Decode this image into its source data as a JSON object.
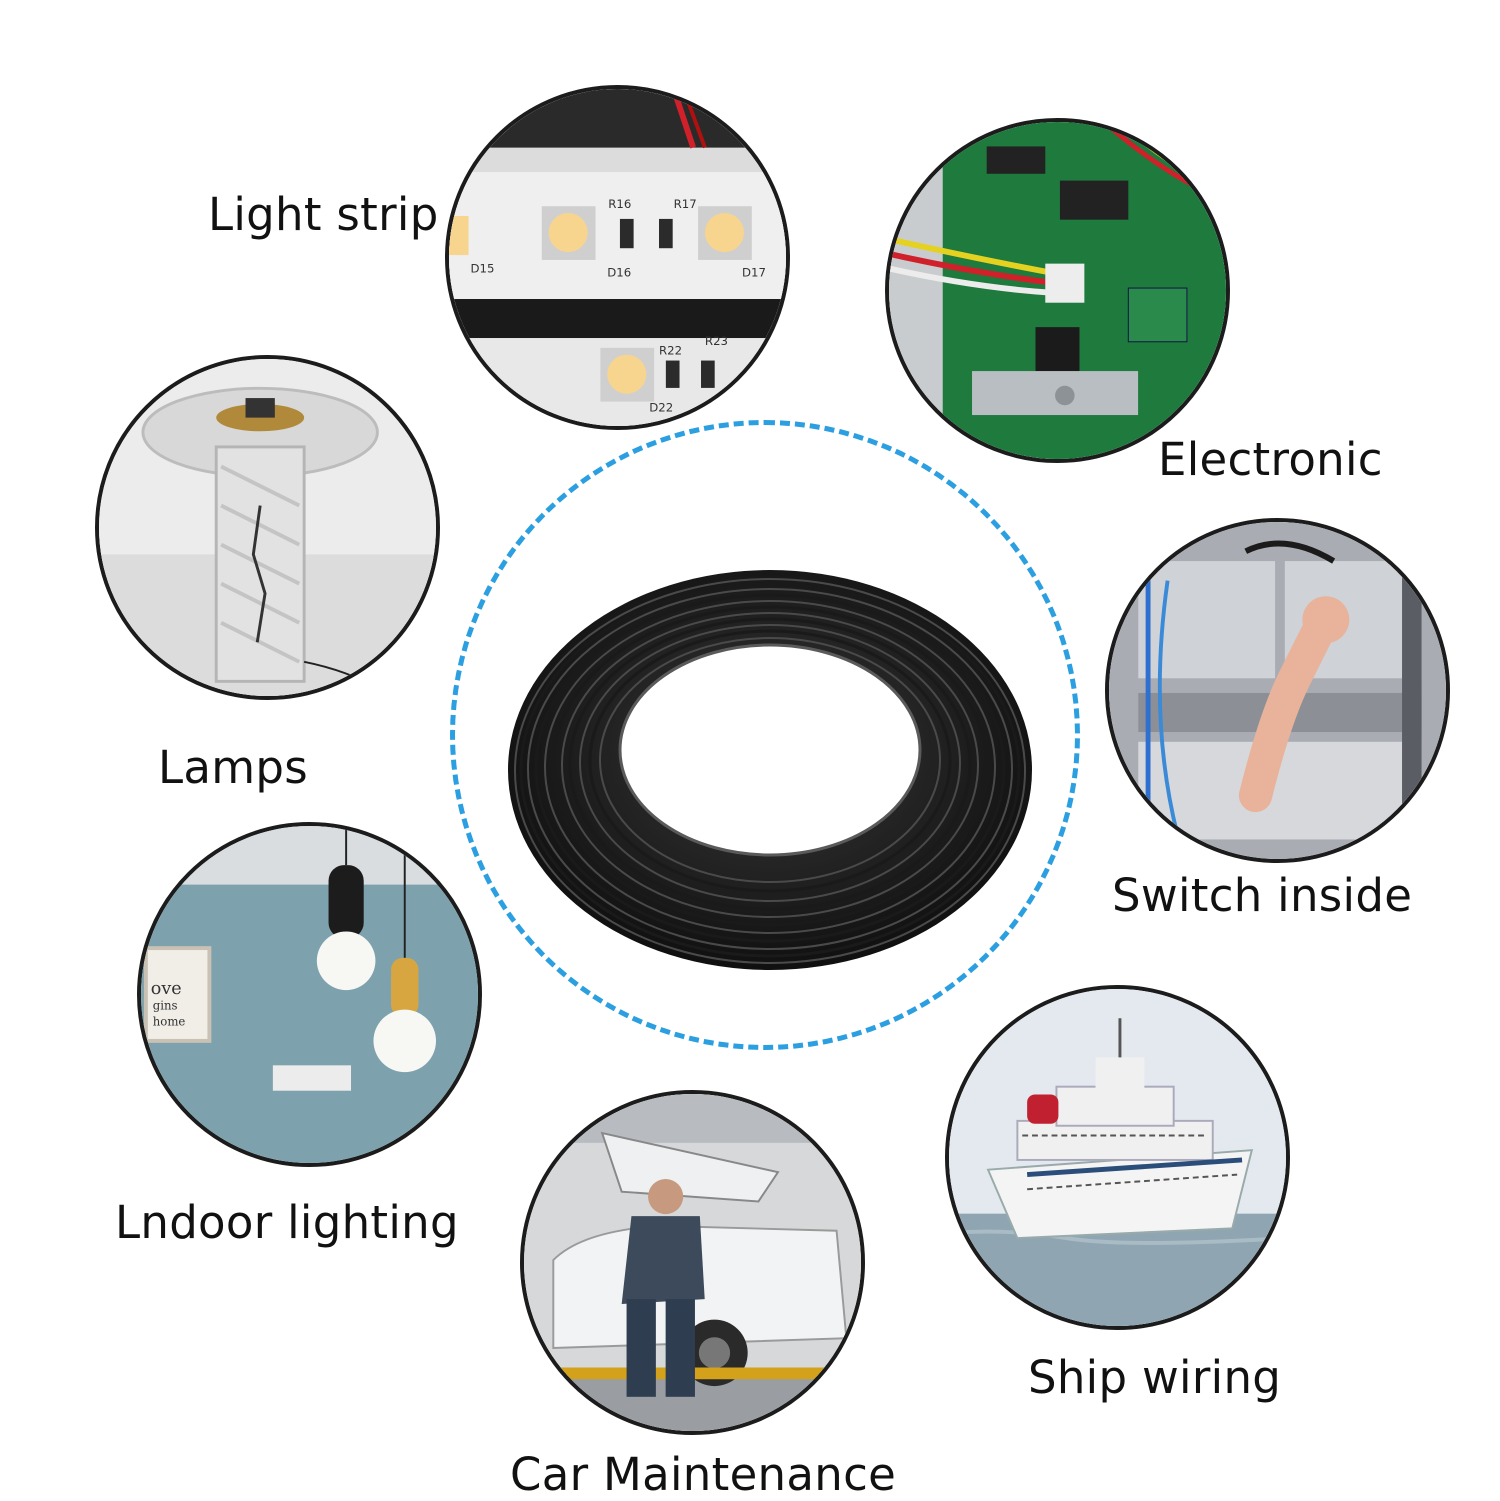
{
  "accent_color": "#2b9fe0",
  "circle_border_color": "#1c1c1c",
  "center": {
    "icon": "black-cable-coil-icon"
  },
  "applications": [
    {
      "id": "light-strip",
      "label": "Light strip",
      "icon": "led-light-strip-icon"
    },
    {
      "id": "electronic",
      "label": "Electronic",
      "icon": "circuit-board-icon"
    },
    {
      "id": "lamps",
      "label": "Lamps",
      "icon": "glass-table-lamp-icon"
    },
    {
      "id": "switch-inside",
      "label": "Switch inside",
      "icon": "server-rack-icon"
    },
    {
      "id": "indoor-lighting",
      "label": "Lndoor lighting",
      "icon": "pendant-lights-icon"
    },
    {
      "id": "ship-wiring",
      "label": "Ship wiring",
      "icon": "cruise-ship-icon"
    },
    {
      "id": "car-maintenance",
      "label": "Car Maintenance",
      "icon": "car-repair-icon"
    }
  ],
  "strip_labels": [
    "R16",
    "R17",
    "D15",
    "D16",
    "D17",
    "R22",
    "R23",
    "D22"
  ],
  "frame_text": [
    "ove",
    "gins",
    "home"
  ]
}
